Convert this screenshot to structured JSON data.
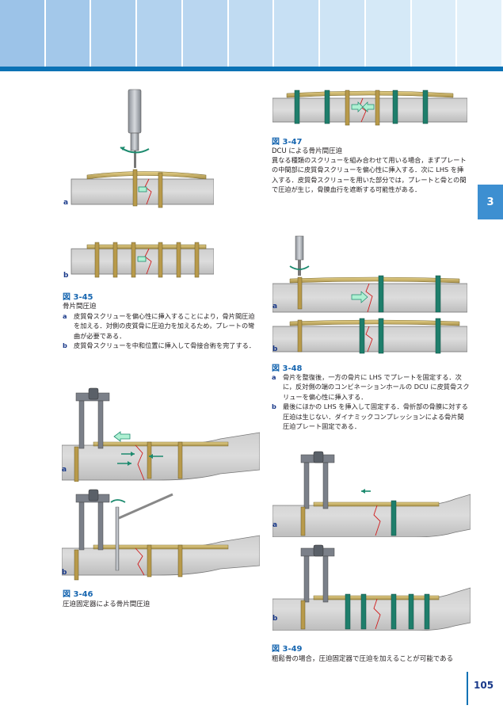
{
  "header": {
    "tile_colors": [
      "#9cc3e8",
      "#a3c8ea",
      "#aacdec",
      "#b2d2ee",
      "#b9d6f0",
      "#c0dbf2",
      "#c7e0f4",
      "#cee4f5",
      "#d5e9f7",
      "#dcedf9",
      "#e3f1fa"
    ],
    "bar_color": "#0b72b5"
  },
  "side_tab": {
    "label": "3"
  },
  "fig_3_45": {
    "panel_a": "a",
    "panel_b": "b",
    "title": "図 3-45",
    "subtitle": "骨片間圧迫",
    "items": [
      {
        "key": "a",
        "text": "皮質骨スクリューを偏心性に挿入することにより，骨片間圧迫を加える．対側の皮質骨に圧迫力を加えるため，プレートの彎曲が必要である．"
      },
      {
        "key": "b",
        "text": "皮質骨スクリューを中和位置に挿入して骨接合術を完了する．"
      }
    ]
  },
  "fig_3_46": {
    "panel_a": "a",
    "panel_b": "b",
    "title": "図 3-46",
    "subtitle": "圧迫固定器による骨片間圧迫"
  },
  "fig_3_47": {
    "title": "図 3-47",
    "subtitle": "DCU による骨片間圧迫",
    "body": "異なる種類のスクリューを組み合わせて用いる場合，まずプレートの中間部に皮質骨スクリューを偏心性に挿入する．次に LHS を挿入する．皮質骨スクリューを用いた部分では，プレートと骨との間で圧迫が生じ，骨膜血行を遮断する可能性がある．"
  },
  "fig_3_48": {
    "panel_a": "a",
    "panel_b": "b",
    "title": "図 3-48",
    "items": [
      {
        "key": "a",
        "text": "骨片を整復後，一方の骨片に LHS でプレートを固定する．次に，反対側の端のコンビネーションホールの DCU に皮質骨スクリューを偏心性に挿入する．"
      },
      {
        "key": "b",
        "text": "最後にほかの LHS を挿入して固定する．骨折部の骨膜に対する圧迫は生じない．ダイナミックコンプレッションによる骨片間圧迫プレート固定である．"
      }
    ]
  },
  "fig_3_49": {
    "panel_a": "a",
    "panel_b": "b",
    "title": "図 3-49",
    "subtitle": "粗鬆骨の場合，圧迫固定器で圧迫を加えることが可能である"
  },
  "page_number": "105"
}
